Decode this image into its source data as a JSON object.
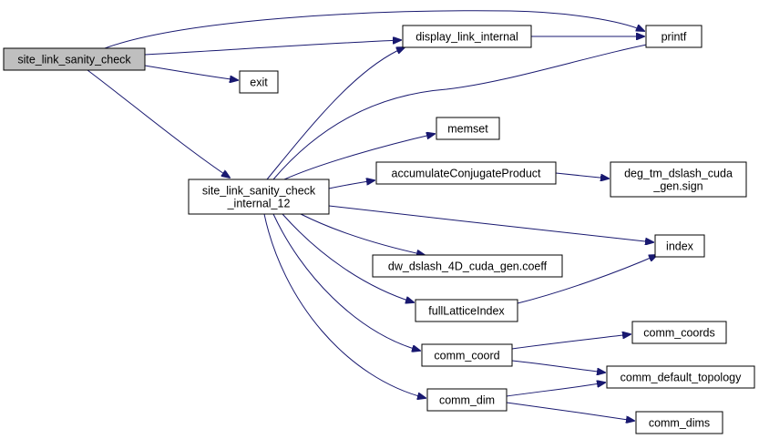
{
  "graph": {
    "root": "site_link_sanity_check",
    "colors": {
      "edge": "#191970",
      "root_fill": "#bfbfbf",
      "node_fill": "#ffffff",
      "border": "#000000"
    },
    "nodes": {
      "site_link_sanity_check": [
        "site_link_sanity_check"
      ],
      "display_link_internal": [
        "display_link_internal"
      ],
      "printf": [
        "printf"
      ],
      "exit": [
        "exit"
      ],
      "site_link_sanity_check_internal_12": [
        "site_link_sanity_check",
        "_internal_12"
      ],
      "memset": [
        "memset"
      ],
      "accumulateConjugateProduct": [
        "accumulateConjugateProduct"
      ],
      "deg_tm_dslash_cuda_gen_sign": [
        "deg_tm_dslash_cuda",
        "_gen.sign"
      ],
      "index": [
        "index"
      ],
      "dw_dslash_4D_cuda_gen_coeff": [
        "dw_dslash_4D_cuda_gen.coeff"
      ],
      "fullLatticeIndex": [
        "fullLatticeIndex"
      ],
      "comm_coords": [
        "comm_coords"
      ],
      "comm_coord": [
        "comm_coord"
      ],
      "comm_default_topology": [
        "comm_default_topology"
      ],
      "comm_dim": [
        "comm_dim"
      ],
      "comm_dims": [
        "comm_dims"
      ]
    },
    "edges": [
      [
        "site_link_sanity_check",
        "printf"
      ],
      [
        "site_link_sanity_check",
        "display_link_internal"
      ],
      [
        "site_link_sanity_check",
        "exit"
      ],
      [
        "site_link_sanity_check",
        "site_link_sanity_check_internal_12"
      ],
      [
        "display_link_internal",
        "printf"
      ],
      [
        "site_link_sanity_check_internal_12",
        "display_link_internal"
      ],
      [
        "site_link_sanity_check_internal_12",
        "printf"
      ],
      [
        "site_link_sanity_check_internal_12",
        "memset"
      ],
      [
        "site_link_sanity_check_internal_12",
        "accumulateConjugateProduct"
      ],
      [
        "accumulateConjugateProduct",
        "deg_tm_dslash_cuda_gen_sign"
      ],
      [
        "site_link_sanity_check_internal_12",
        "index"
      ],
      [
        "site_link_sanity_check_internal_12",
        "dw_dslash_4D_cuda_gen_coeff"
      ],
      [
        "site_link_sanity_check_internal_12",
        "fullLatticeIndex"
      ],
      [
        "fullLatticeIndex",
        "index"
      ],
      [
        "site_link_sanity_check_internal_12",
        "comm_coord"
      ],
      [
        "comm_coord",
        "comm_coords"
      ],
      [
        "comm_coord",
        "comm_default_topology"
      ],
      [
        "site_link_sanity_check_internal_12",
        "comm_dim"
      ],
      [
        "comm_dim",
        "comm_default_topology"
      ],
      [
        "comm_dim",
        "comm_dims"
      ]
    ]
  }
}
